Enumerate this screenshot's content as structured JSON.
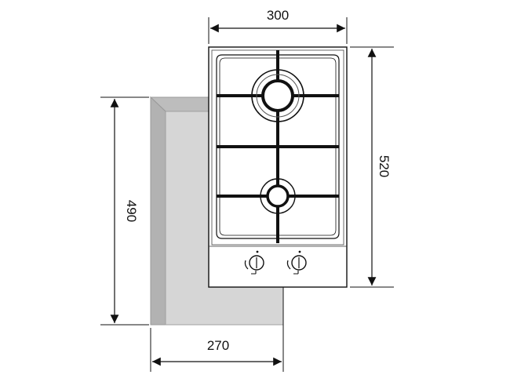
{
  "dimensions": {
    "top_width": "300",
    "right_height": "520",
    "left_height": "490",
    "bottom_width": "270"
  },
  "colors": {
    "line": "#111111",
    "cutout_fill": "#d6d6d6",
    "cutout_edge": "#b9b9b9",
    "hob_fill": "#ffffff"
  }
}
